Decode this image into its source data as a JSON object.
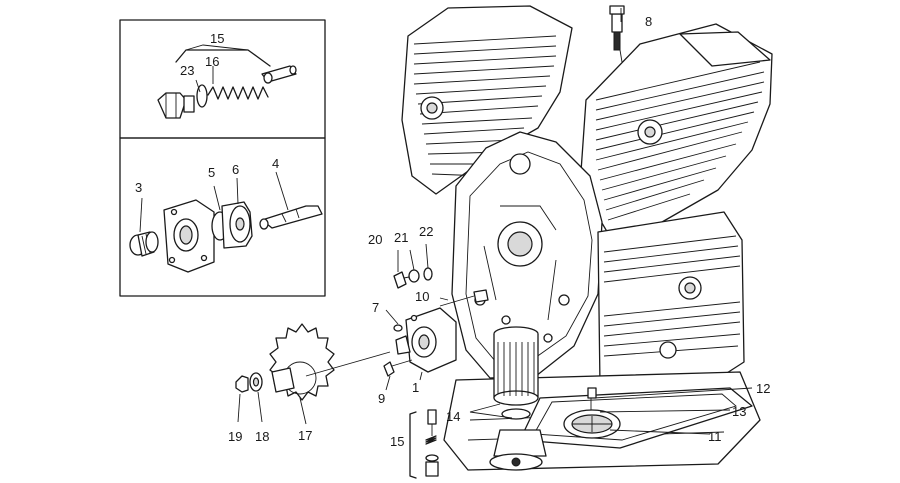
{
  "callouts": {
    "c1": "1",
    "c3": "3",
    "c4": "4",
    "c5": "5",
    "c6": "6",
    "c7": "7",
    "c8": "8",
    "c9": "9",
    "c10": "10",
    "c11": "11",
    "c12": "12",
    "c13": "13",
    "c14": "14",
    "c15a": "15",
    "c15b": "15",
    "c16": "16",
    "c17": "17",
    "c18": "18",
    "c19": "19",
    "c20": "20",
    "c21": "21",
    "c22": "22",
    "c23": "23"
  },
  "colors": {
    "ink": "#1a1a1a",
    "paper": "#ffffff"
  }
}
